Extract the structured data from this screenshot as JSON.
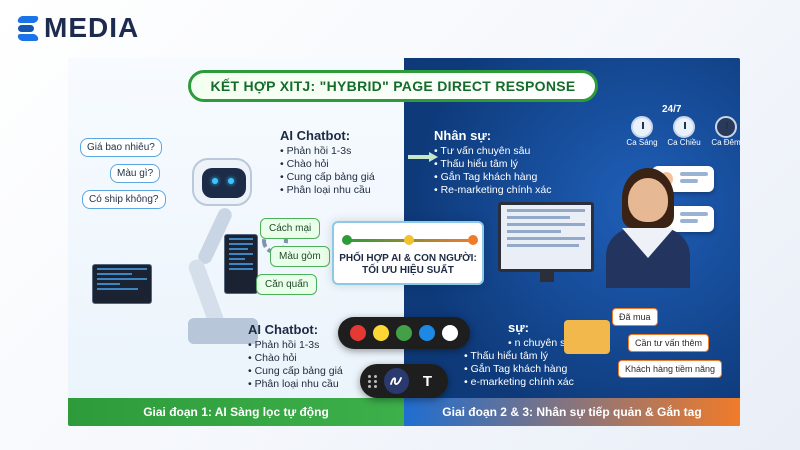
{
  "brand": {
    "name": "MEDIA",
    "color": "#1a73e8"
  },
  "infographic": {
    "title": "KẾT HỢP XITJ: \"HYBRID\" PAGE DIRECT RESPONSE",
    "left": {
      "questions": [
        "Giá bao nhiêu?",
        "Màu gì?",
        "Có ship không?"
      ],
      "tags": [
        "Cách mại",
        "Màu gòm",
        "Căn quấn"
      ],
      "top_block": {
        "heading": "AI Chatbot:",
        "items": [
          "Phản hồi 1-3s",
          "Chào hỏi",
          "Cung cấp bảng giá",
          "Phân loại nhu cầu"
        ]
      },
      "bottom_block": {
        "heading": "AI Chatbot:",
        "items": [
          "Phản hồi 1-3s",
          "Chào hỏi",
          "Cung cấp bảng giá",
          "Phân loại nhu cầu"
        ]
      },
      "footer": "Giai đoạn 1: AI Sàng lọc tự động"
    },
    "center": {
      "text_line1": "PHỐI HỢP AI & CON NGƯỜI:",
      "text_line2": "TỐI ƯU HIỆU SUẤT"
    },
    "right": {
      "availability": "24/7",
      "shifts": [
        "Ca Sáng",
        "Ca Chiều",
        "Ca Đêm"
      ],
      "top_block": {
        "heading": "Nhân sự:",
        "items": [
          "Tư vấn chuyên sâu",
          "Thấu hiểu tâm lý",
          "Gắn Tag khách hàng",
          "Re-marketing chính xác"
        ]
      },
      "bottom_block": {
        "heading": "sự:",
        "items": [
          "n chuyên sâu",
          "Thấu hiểu tâm lý",
          "Gắn Tag khách hàng",
          "e-marketing chính xác"
        ]
      },
      "customer_tags": [
        "Đã mua",
        "Cần tư vấn thêm",
        "Khách hàng tiềm năng"
      ],
      "footer": "Giai đoạn 2 & 3: Nhân sự tiếp quản & Gắn tag"
    }
  },
  "annotation_toolbar": {
    "colors": [
      "#e53935",
      "#fdd835",
      "#43a047",
      "#1e88e5",
      "#ffffff"
    ],
    "tools": [
      {
        "name": "pen",
        "icon": "pen-squiggle-icon",
        "active": true
      },
      {
        "name": "text",
        "label": "T",
        "icon": "text-tool-icon",
        "active": false
      }
    ]
  }
}
